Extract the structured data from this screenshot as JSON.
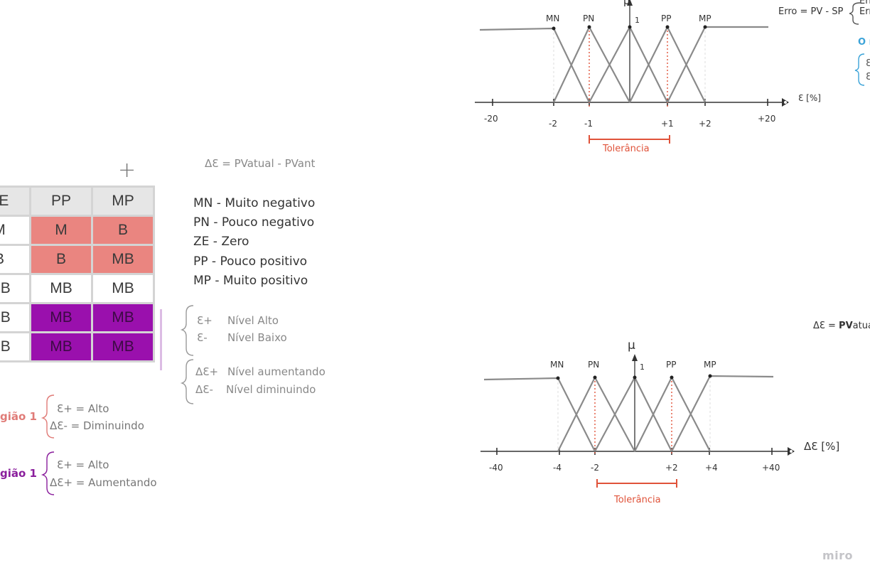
{
  "table": {
    "rows": [
      [
        "ZE",
        "PP",
        "MP"
      ],
      [
        "M",
        "M",
        "B"
      ],
      [
        "B",
        "B",
        "MB"
      ],
      [
        "MB",
        "MB",
        "MB"
      ],
      [
        "MB",
        "MB",
        "MB"
      ],
      [
        "MB",
        "MB",
        "MB"
      ]
    ],
    "colors": {
      "salmon": "#ea8580",
      "purple": "#9a10ad",
      "header": "#e6e6e6"
    }
  },
  "plus_sign": "+",
  "delta_formula": "ΔƐ = PVatual - PVant",
  "legend": [
    "MN - Muito negativo",
    "PN - Pouco negativo",
    "ZE - Zero",
    "PP - Pouco positivo",
    "MP - Muito positivo"
  ],
  "level": {
    "e_plus_sym": "Ɛ+",
    "e_plus_text": "Nível Alto",
    "e_minus_sym": "Ɛ-",
    "e_minus_text": "Nível Baixo"
  },
  "trend": {
    "de_plus_sym": "ΔƐ+",
    "de_plus_text": "Nível aumentando",
    "de_minus_sym": "ΔƐ-",
    "de_minus_text": "Nível diminuindo"
  },
  "region1": {
    "label": "gião 1",
    "color": "#e07b77",
    "line1": "Ɛ+  = Alto",
    "line2": "ΔƐ- = Diminuindo"
  },
  "region2": {
    "label": "gião 1",
    "color": "#8a1e9c",
    "line1": "Ɛ+  = Alto",
    "line2": "ΔƐ+ = Aumentando"
  },
  "error_formula": "Erro = PV - SP",
  "right_cut": {
    "line1": "Err",
    "line2": "Err",
    "blue": "O r",
    "sym1": "Ɛ",
    "sym2": "Ɛ"
  },
  "delta_formula_right": {
    "bold": "PV",
    "prefix": "ΔƐ = ",
    "suffix": "atual"
  },
  "chart_top": {
    "mu_label": "μ",
    "peak_label": "1",
    "sets": [
      "MN",
      "PN",
      "PP",
      "MP"
    ],
    "axis_label": "Ɛ [%]",
    "ticks": [
      "-20",
      "-2",
      "-1",
      "+1",
      "+2",
      "+20"
    ],
    "tolerance": "Tolerância"
  },
  "chart_bottom": {
    "mu_label": "μ",
    "peak_label": "1",
    "sets": [
      "MN",
      "PN",
      "PP",
      "MP"
    ],
    "axis_label": "ΔƐ [%]",
    "ticks": [
      "-40",
      "-4",
      "-2",
      "+2",
      "+4",
      "+40"
    ],
    "tolerance": "Tolerância"
  },
  "brand": "miro",
  "accent_colors": {
    "tolerance": "#e0533a",
    "blue": "#3ba3d8",
    "line": "#8a8a8a"
  }
}
